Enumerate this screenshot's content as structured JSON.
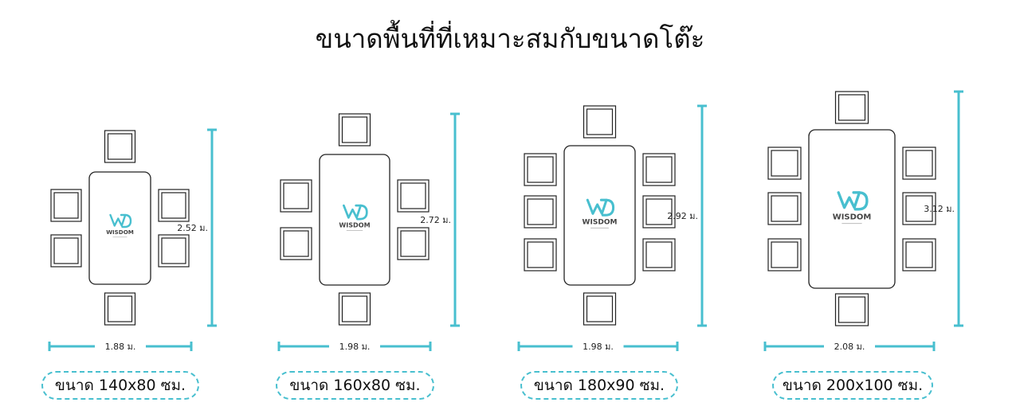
{
  "title": "ขนาดพื้นที่ที่เหมาะสมกับขนาดโต๊ะ",
  "colors": {
    "dimension": "#48bfcf",
    "outline": "#222222",
    "brand": "#48bfcf"
  },
  "logo": {
    "text": "WISDOM"
  },
  "tables": [
    {
      "table_label": "ขนาด 140x80 ซม.",
      "width_label": "1.88 ม.",
      "depth_label": "2.52 ม.",
      "chairs_per_side": 2,
      "head_chairs": 1
    },
    {
      "table_label": "ขนาด 160x80 ซม.",
      "width_label": "1.98 ม.",
      "depth_label": "2.72 ม.",
      "chairs_per_side": 2,
      "head_chairs": 1
    },
    {
      "table_label": "ขนาด 180x90 ซม.",
      "width_label": "1.98 ม.",
      "depth_label": "2.92 ม.",
      "chairs_per_side": 3,
      "head_chairs": 1
    },
    {
      "table_label": "ขนาด 200x100 ซม.",
      "width_label": "2.08 ม.",
      "depth_label": "3.12 ม.",
      "chairs_per_side": 3,
      "head_chairs": 1
    }
  ]
}
